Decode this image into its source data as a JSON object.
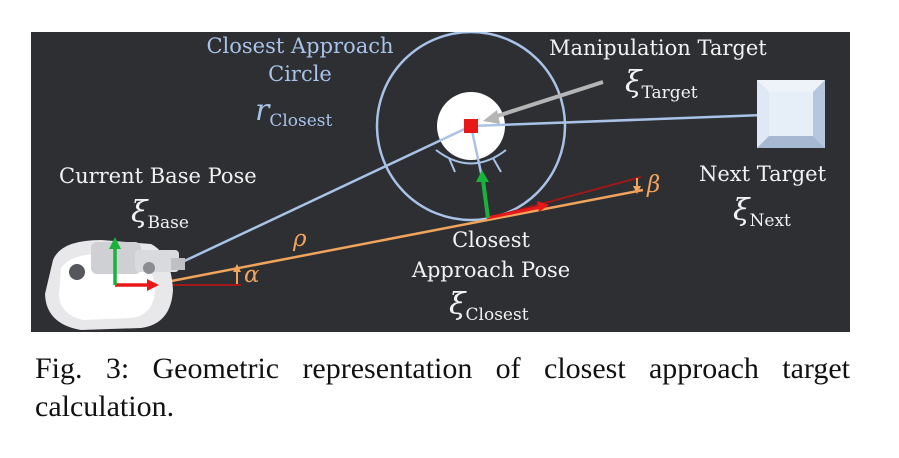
{
  "figure": {
    "labels": {
      "circle_line1": "Closest Approach",
      "circle_line2": "Circle",
      "radius_symbol": "r",
      "radius_sub": "Closest",
      "target_label": "Manipulation Target",
      "target_symbol": "ξ",
      "target_sub": "Target",
      "base_label": "Current Base Pose",
      "base_symbol": "ξ",
      "base_sub": "Base",
      "next_label": "Next Target",
      "next_symbol": "ξ",
      "next_sub": "Next",
      "closest_line1": "Closest",
      "closest_line2": "Approach Pose",
      "closest_symbol": "ξ",
      "closest_sub": "Closest",
      "rho": "ρ",
      "alpha": "α",
      "beta": "β"
    },
    "colors": {
      "background": "#2d2f33",
      "circle": "#a9c3e8",
      "distance_line": "#f0a45c",
      "x_axis": "#e81818",
      "y_axis": "#19b33c",
      "pointer": "#b5b5b5"
    }
  },
  "caption": {
    "text": "Fig. 3: Geometric representation of closest approach target calculation."
  }
}
